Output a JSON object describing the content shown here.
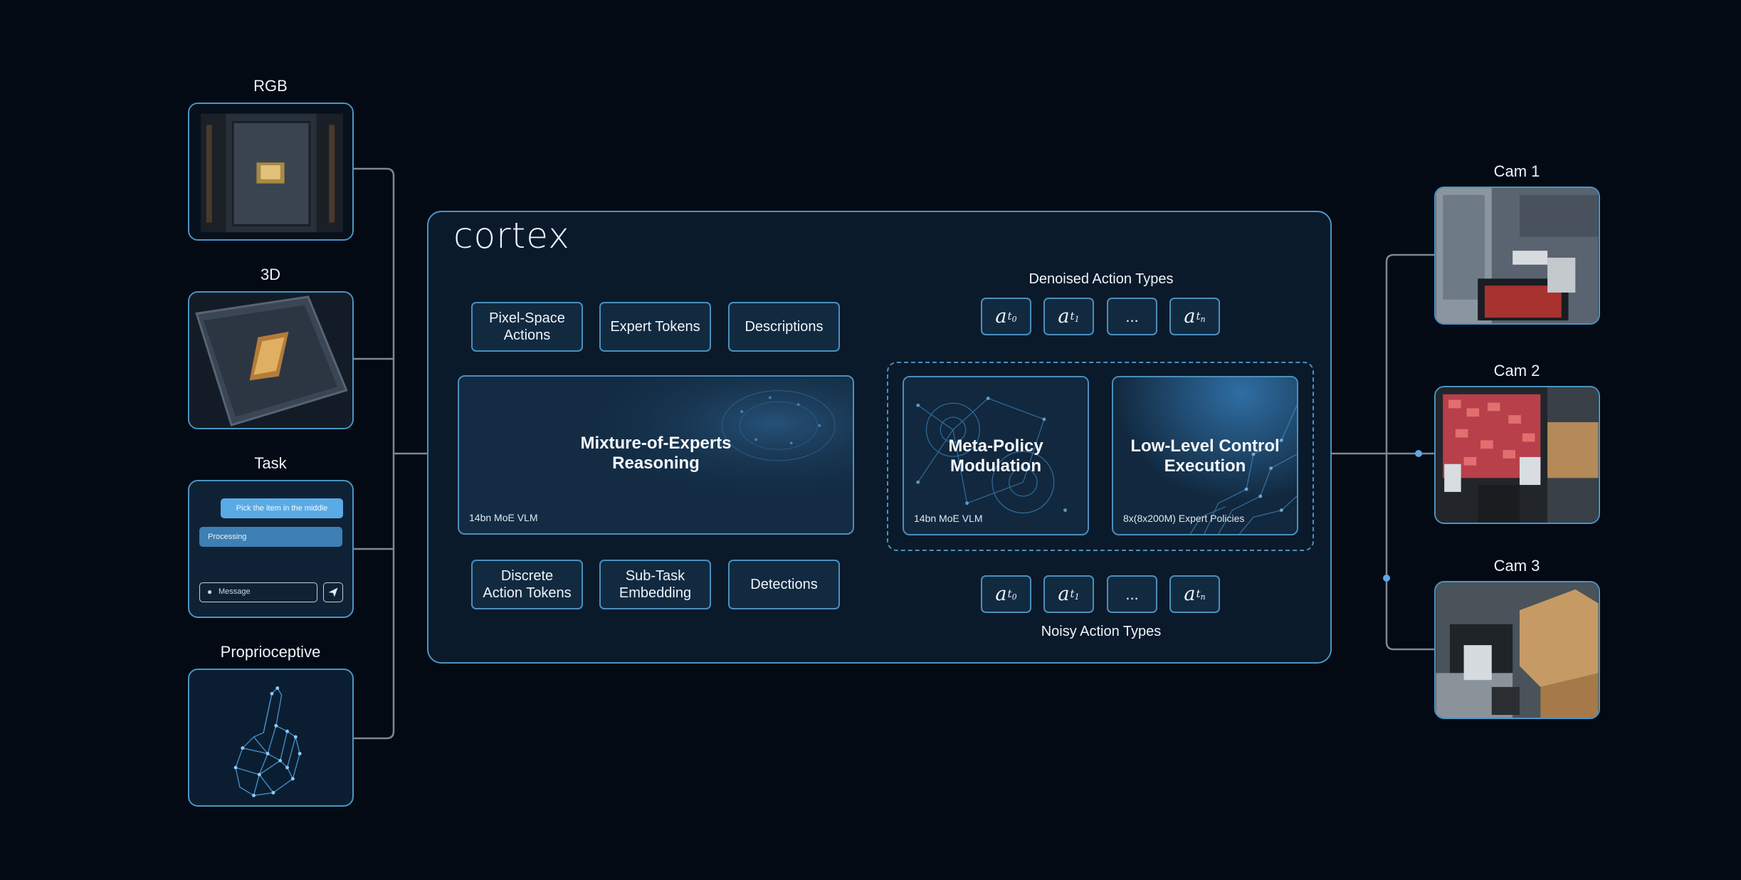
{
  "inputs": {
    "rgb": "RGB",
    "three_d": "3D",
    "task": "Task",
    "proprioceptive": "Proprioceptive",
    "task_ui": {
      "user_message": "Pick the item in the middle",
      "status": "Processing",
      "placeholder": "Message"
    }
  },
  "cortex": {
    "logo": "cortex",
    "top_outputs": [
      "Pixel-Space\nActions",
      "Expert Tokens",
      "Descriptions"
    ],
    "bottom_outputs": [
      "Discrete\nAction Tokens",
      "Sub-Task\nEmbedding",
      "Detections"
    ],
    "moe": {
      "title": "Mixture-of-Experts\nReasoning",
      "sub": "14bn MoE VLM"
    },
    "meta": {
      "title": "Meta-Policy\nModulation",
      "sub": "14bn MoE VLM"
    },
    "low": {
      "title": "Low-Level Control\nExecution",
      "sub": "8x(8x200M) Expert Policies"
    },
    "denoised_label": "Denoised Action Types",
    "noisy_label": "Noisy Action Types",
    "tokens": [
      {
        "base": "a",
        "sub": "t",
        "subsub": "0"
      },
      {
        "base": "a",
        "sub": "t",
        "subsub": "1"
      },
      {
        "base": "...",
        "sub": "",
        "subsub": ""
      },
      {
        "base": "a",
        "sub": "t",
        "subsub": "n"
      }
    ]
  },
  "outputs": {
    "cam1": "Cam 1",
    "cam2": "Cam 2",
    "cam3": "Cam 3"
  },
  "colors": {
    "background": "#030a14",
    "panel": "#0b1a2b",
    "border": "#4a95c4",
    "accent": "#5aa9e6"
  }
}
